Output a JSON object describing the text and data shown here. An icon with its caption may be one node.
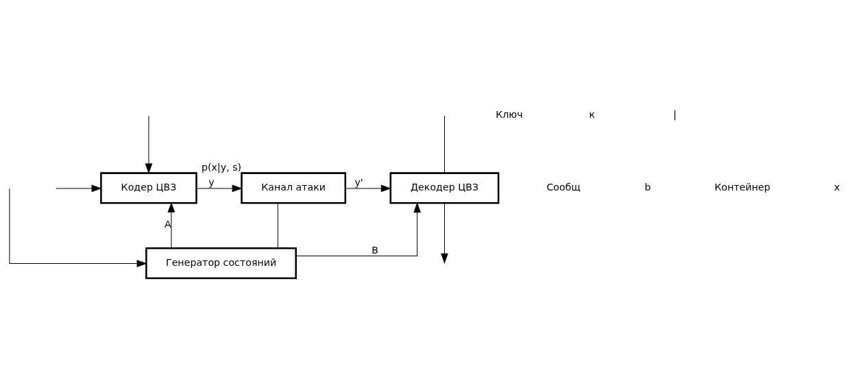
{
  "diagram": {
    "nodes": [
      {
        "text": [
          "Кодер ЦВЗ"
        ]
      },
      {
        "text": [
          "Канал атаки"
        ],
        "beside": [
          "p(x|y, s)"
        ]
      },
      {
        "text": [
          "Декодер ЦВЗ"
        ]
      },
      {
        "text": [
          "Генератор состояний"
        ]
      }
    ],
    "edges": [
      {
        "from": null,
        "to": 0,
        "arrow": "to"
      },
      {
        "from": null,
        "to": 2,
        "arrow": "none"
      },
      {
        "from": null,
        "to": 0,
        "arrow": "to"
      },
      {
        "from": 0,
        "to": 1,
        "label": "y",
        "arrow": "to"
      },
      {
        "from": 1,
        "to": 2,
        "label": "y'",
        "arrow": "to"
      },
      {
        "from": 2,
        "to": null,
        "arrow": "to"
      },
      {
        "from": 3,
        "to": 1,
        "arrow": "none"
      },
      {
        "from": 3,
        "to": 0,
        "label": "A",
        "arrow": "to"
      },
      {
        "from": 3,
        "to": 2,
        "label": "B",
        "arrow": "to"
      },
      {
        "from": null,
        "to": 3,
        "arrow": "to"
      }
    ],
    "labels": [
      "Ключ",
      "к",
      "Сообщ",
      "b",
      "|",
      "Контейнер",
      "x"
    ]
  }
}
